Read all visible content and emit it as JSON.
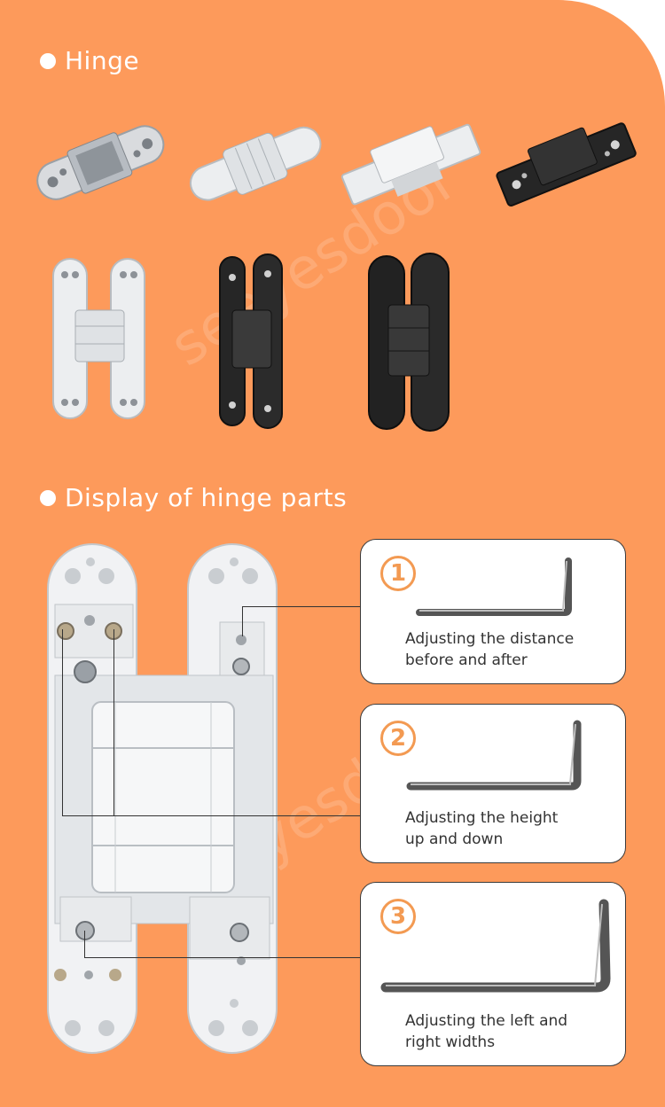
{
  "sections": {
    "hinge_title": "Hinge",
    "parts_title": "Display of hinge parts"
  },
  "watermark": "seeyesdoor",
  "tools": [
    {
      "number": "1",
      "line1": "Adjusting the distance",
      "line2": "before and after"
    },
    {
      "number": "2",
      "line1": "Adjusting the height",
      "line2": "up and down"
    },
    {
      "number": "3",
      "line1": "Adjusting the left and",
      "line2": "right widths"
    }
  ],
  "colors": {
    "background": "#fd9a5b",
    "accent": "#f39a52",
    "card": "#ffffff",
    "hinge_white": "#eceef0",
    "hinge_black": "#262626"
  }
}
